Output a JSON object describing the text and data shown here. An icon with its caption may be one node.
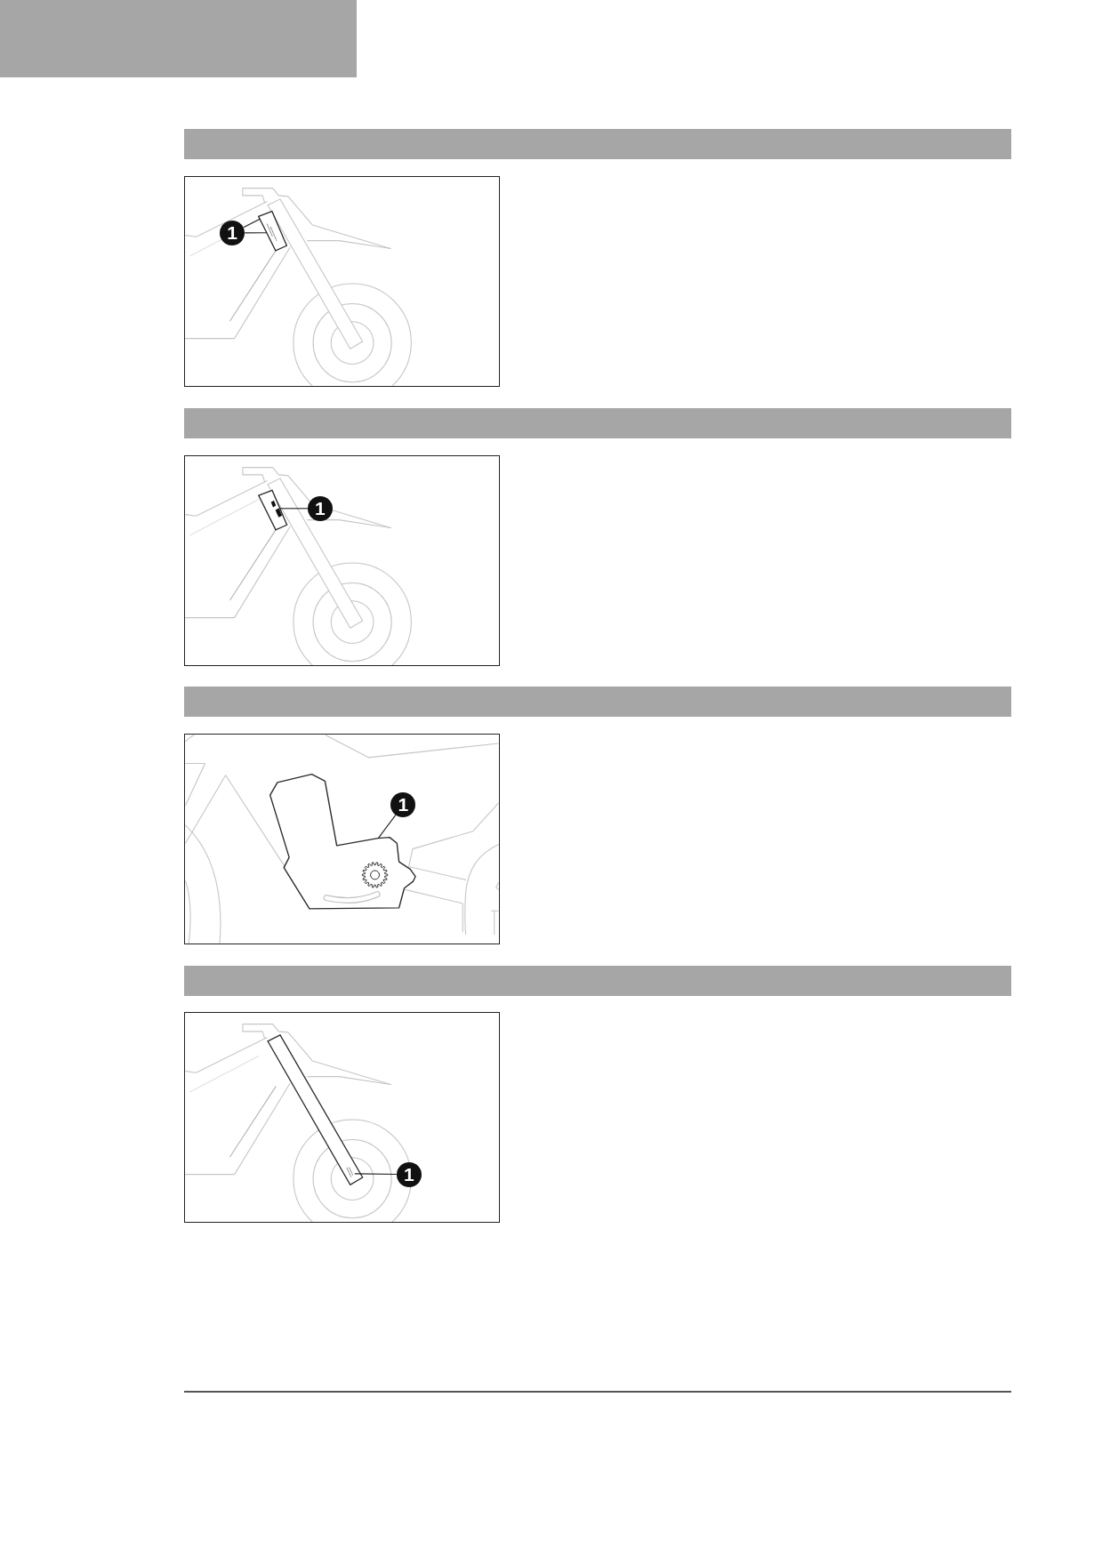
{
  "diagram": {
    "nodes": [
      {
        "text": [],
        "shape": "picture"
      },
      {
        "text": [
          "1"
        ],
        "in": 0
      },
      {
        "text": [],
        "shape": "box",
        "in": 0
      },
      {
        "text": [],
        "shape": "bar",
        "in": 2
      },
      {
        "text": [],
        "shape": "picture"
      },
      {
        "text": [
          "1"
        ],
        "in": 4
      },
      {
        "text": [],
        "shape": "box",
        "in": 4
      },
      {
        "text": [],
        "shape": "picture"
      },
      {
        "text": [
          "1"
        ],
        "in": 7
      },
      {
        "text": [],
        "shape": "picture",
        "in": 7
      },
      {
        "text": [],
        "shape": "picture"
      },
      {
        "text": [
          "1"
        ],
        "in": 10
      },
      {
        "text": [],
        "shape": "bar",
        "in": 10
      }
    ],
    "edges": [
      {
        "from": 1,
        "to": 2,
        "arrow": "none"
      },
      {
        "from": 1,
        "to": 3,
        "arrow": "none"
      },
      {
        "from": 5,
        "to": 6,
        "arrow": "none"
      },
      {
        "from": 8,
        "to": 9,
        "arrow": "none"
      },
      {
        "from": 11,
        "to": 12,
        "arrow": "none"
      }
    ]
  }
}
